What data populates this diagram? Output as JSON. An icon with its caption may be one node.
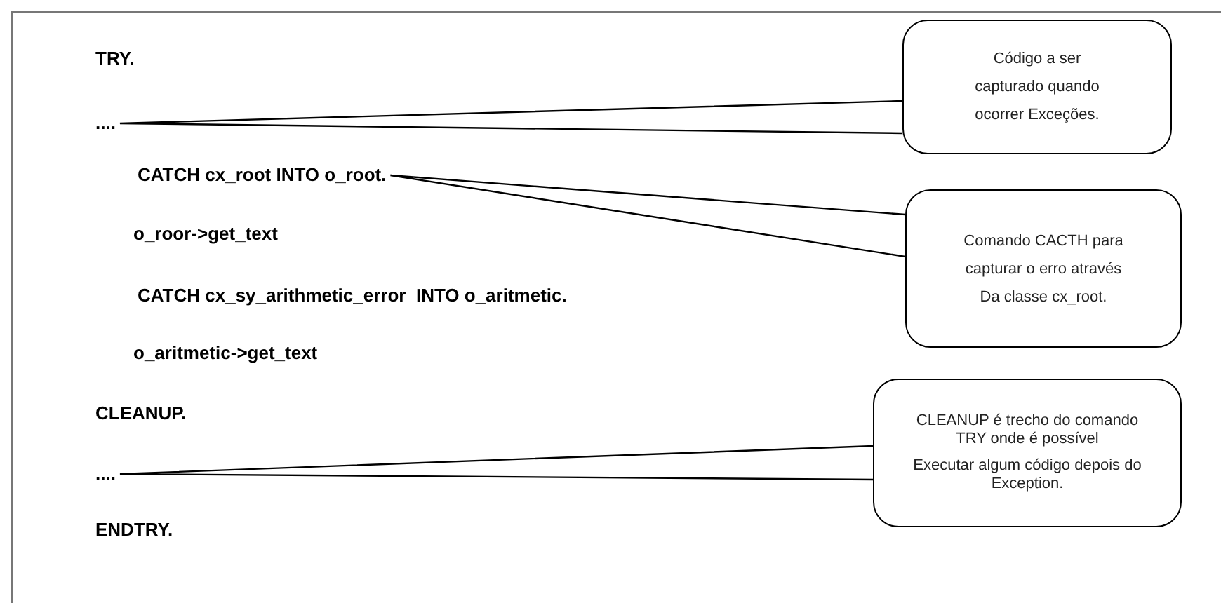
{
  "diagram": {
    "nodes": [
      {
        "text": [
          "Código a ser capturado quando ocorrer Exceções."
        ]
      },
      {
        "text": [
          "...."
        ]
      },
      {
        "text": [
          "CATCH cx_root INTO o_root."
        ]
      },
      {
        "text": [
          "Comando CACTH para capturar o erro através Da classe cx_root."
        ]
      },
      {
        "text": [
          "CLEANUP é trecho do comando TRY onde é possível",
          "Executar algum código depois do Exception."
        ]
      },
      {
        "text": [
          "...."
        ]
      }
    ],
    "edges": [
      {
        "from": 0,
        "to": 1,
        "arrow": "none"
      },
      {
        "from": 3,
        "to": 2,
        "arrow": "none"
      },
      {
        "from": 4,
        "to": 5,
        "arrow": "none"
      }
    ],
    "labels": [
      "TRY.",
      "o_roor->get_text",
      "CATCH cx_sy_arithmetic_error  INTO o_aritmetic.",
      "o_aritmetic->get_text",
      "CLEANUP.",
      "ENDTRY."
    ]
  }
}
